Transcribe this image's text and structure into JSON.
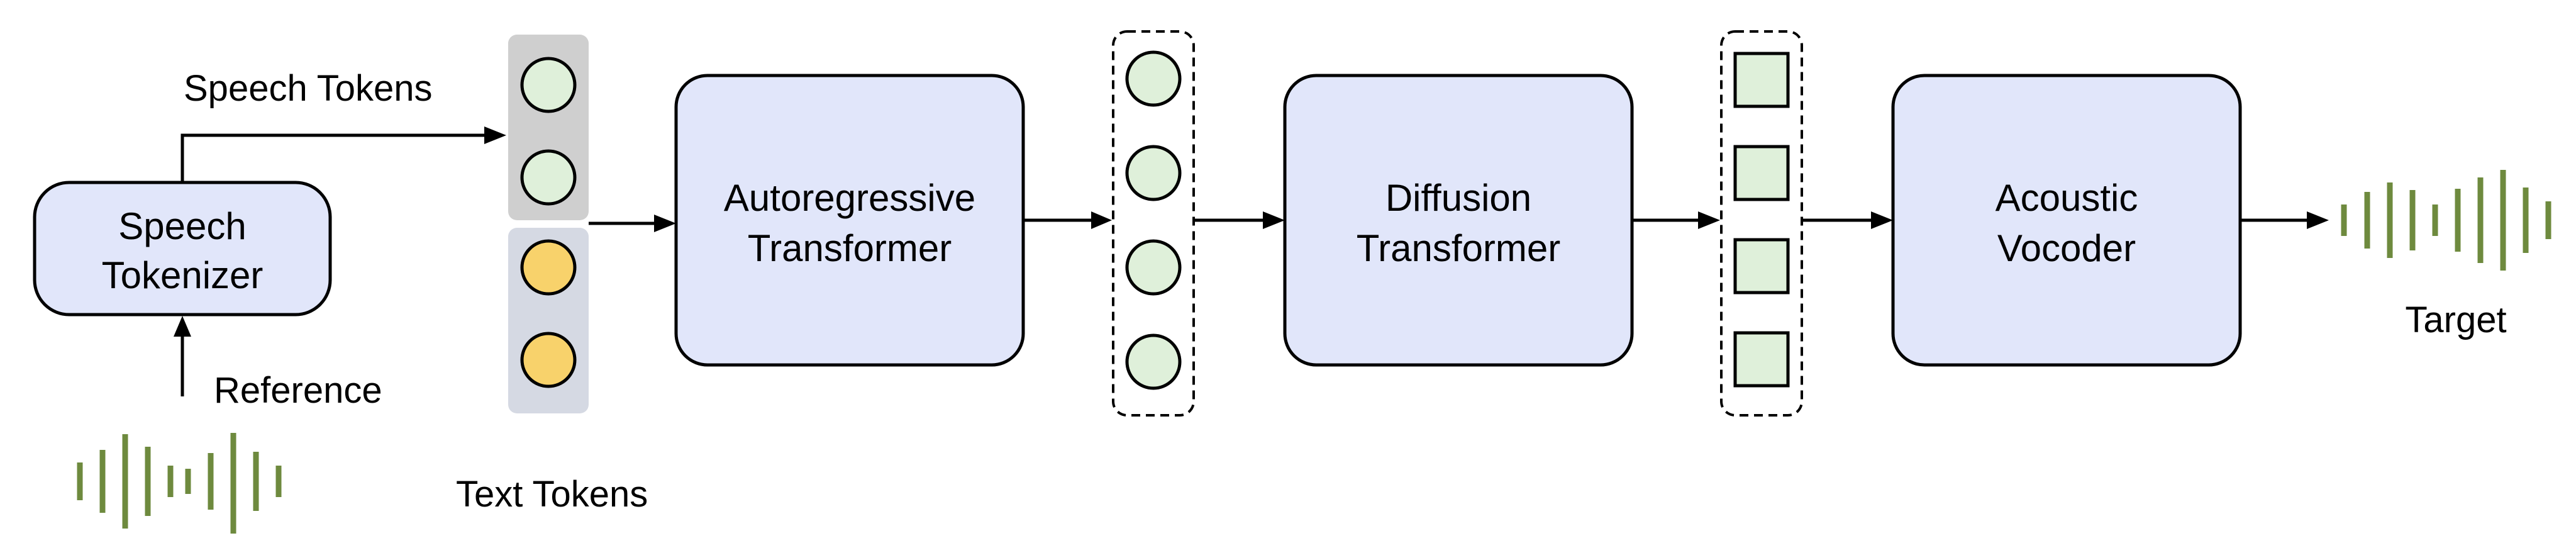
{
  "blocks": {
    "tokenizer": {
      "line1": "Speech",
      "line2": "Tokenizer"
    },
    "autoregressive": {
      "line1": "Autoregressive",
      "line2": "Transformer"
    },
    "diffusion": {
      "line1": "Diffusion",
      "line2": "Transformer"
    },
    "vocoder": {
      "line1": "Acoustic",
      "line2": "Vocoder"
    }
  },
  "labels": {
    "speech_tokens": "Speech Tokens",
    "text_tokens": "Text Tokens",
    "reference": "Reference",
    "target": "Target"
  },
  "colors": {
    "block_fill": "#e1e6fa",
    "speech_token_fill": "#dff0da",
    "text_token_fill": "#f8d26b",
    "speech_group_bg": "#cfcfcf",
    "text_group_bg": "#d5d9e3",
    "waveform": "#6e8a3e"
  },
  "icons": {
    "reference_audio": "waveform-icon",
    "target_audio": "waveform-icon"
  }
}
